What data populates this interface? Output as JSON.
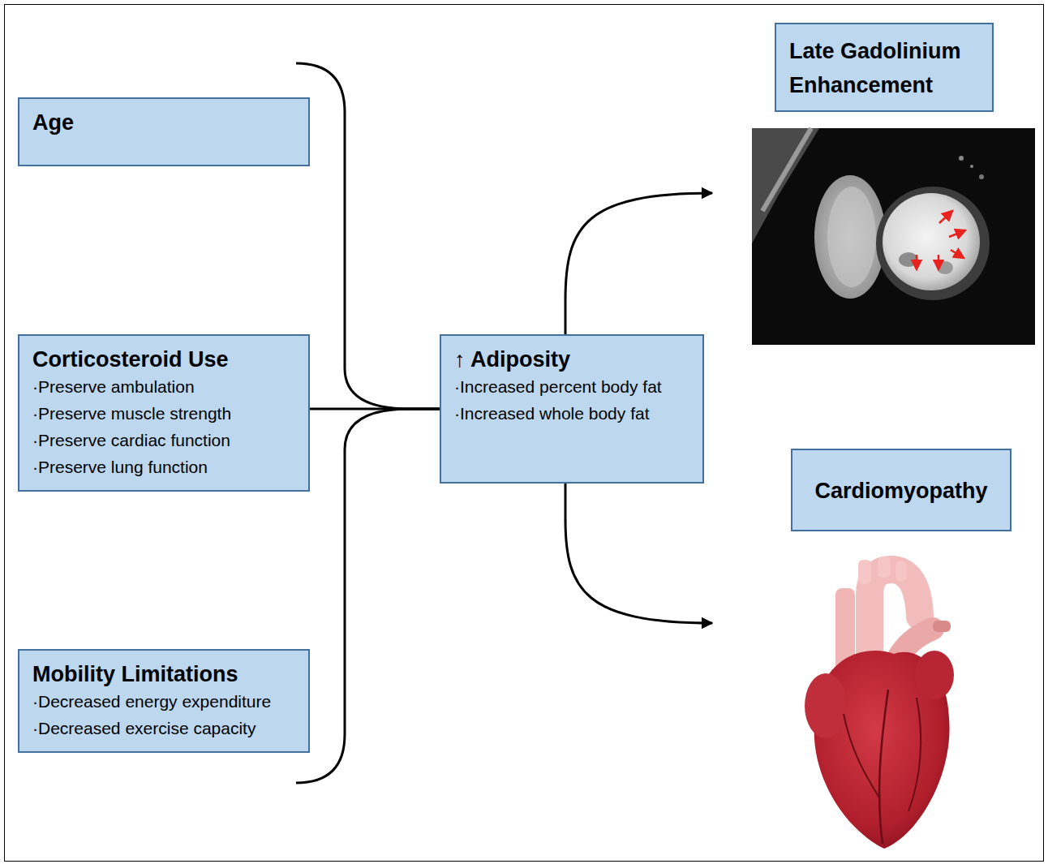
{
  "diagram": {
    "nodes": [
      {
        "text": [
          "Age"
        ]
      },
      {
        "text": [
          "Corticosteroid Use",
          "·Preserve ambulation",
          "·Preserve muscle strength",
          "·Preserve cardiac function",
          "·Preserve lung function"
        ]
      },
      {
        "text": [
          "Mobility Limitations",
          "·Decreased energy expenditure",
          "·Decreased exercise capacity"
        ]
      },
      {
        "text": [
          "↑ Adiposity",
          "·Increased percent body fat",
          "·Increased whole body fat"
        ]
      },
      {
        "text": [
          "Late Gadolinium Enhancement"
        ]
      },
      {
        "text": [
          "Cardiomyopathy"
        ]
      }
    ],
    "edges": [
      {
        "from": 0,
        "to": 3,
        "arrow": "none"
      },
      {
        "from": 1,
        "to": 3,
        "arrow": "none"
      },
      {
        "from": 2,
        "to": 3,
        "arrow": "none"
      },
      {
        "from": 3,
        "to": 4,
        "arrow": "to"
      },
      {
        "from": 3,
        "to": 5,
        "arrow": "to"
      }
    ]
  }
}
